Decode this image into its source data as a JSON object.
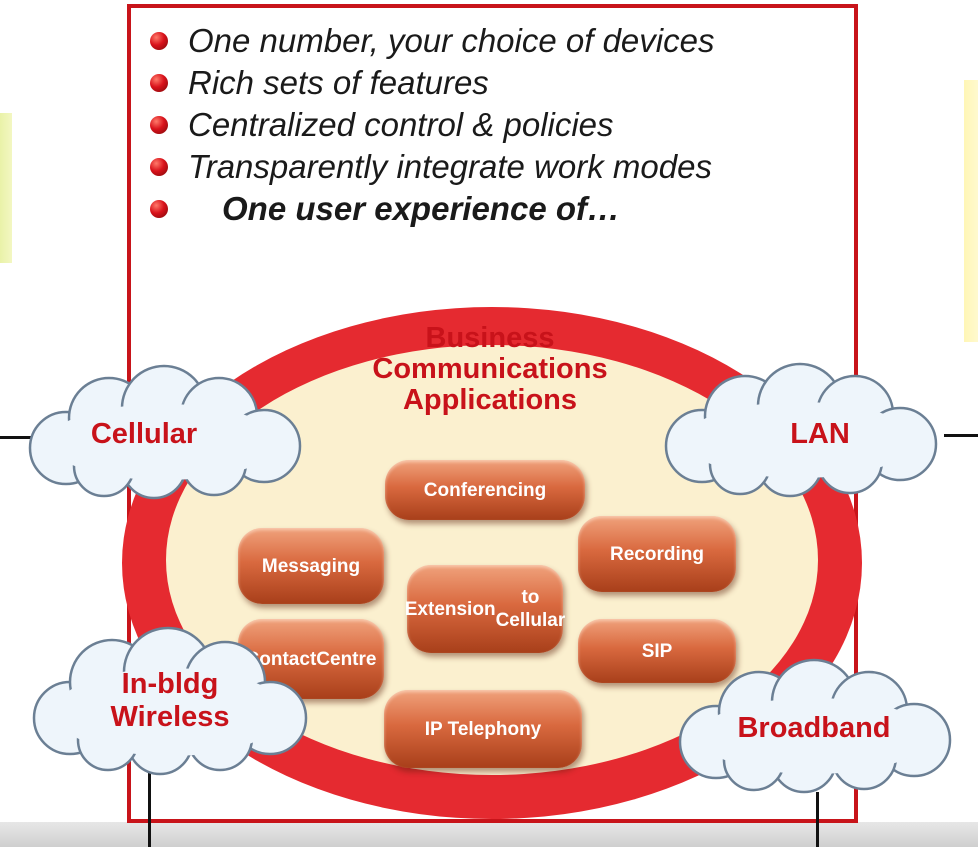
{
  "bullets": [
    {
      "text": "One number, your choice of devices"
    },
    {
      "text": "Rich sets of features"
    },
    {
      "text": "Centralized control & policies"
    },
    {
      "text": "Transparently integrate work modes"
    },
    {
      "text": "One user experience of…"
    }
  ],
  "center": {
    "line1": "Business",
    "line2": "Communications",
    "line3": "Applications"
  },
  "applications": [
    {
      "line1": "Conferencing",
      "line2": ""
    },
    {
      "line1": "Messaging",
      "line2": ""
    },
    {
      "line1": "Recording",
      "line2": ""
    },
    {
      "line1": "Extension",
      "line2": "to Cellular"
    },
    {
      "line1": "Contact",
      "line2": "Centre"
    },
    {
      "line1": "SIP",
      "line2": ""
    },
    {
      "line1": "IP Telephony",
      "line2": ""
    }
  ],
  "networks": [
    {
      "line1": "Cellular",
      "line2": ""
    },
    {
      "line1": "LAN",
      "line2": ""
    },
    {
      "line1": "In-bldg",
      "line2": "Wireless"
    },
    {
      "line1": "Broadband",
      "line2": ""
    }
  ],
  "colors": {
    "frame": "#c8141a",
    "ring": "#e52a30",
    "inner": "#fbf0cf",
    "label": "#c8121a",
    "pill": "#d9693f"
  }
}
